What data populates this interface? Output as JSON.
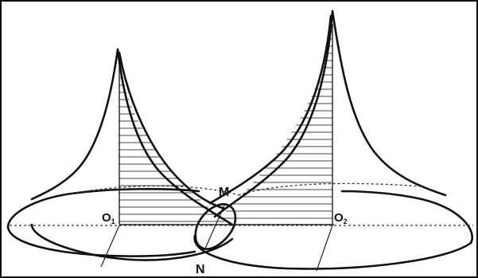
{
  "diagram": {
    "labels": {
      "center_left": "O",
      "center_left_sub": "1",
      "center_right": "O",
      "center_right_sub": "2",
      "top_intersection": "M",
      "bottom_intersection": "N"
    },
    "colors": {
      "ink": "#111111",
      "background": "#ffffff"
    }
  }
}
